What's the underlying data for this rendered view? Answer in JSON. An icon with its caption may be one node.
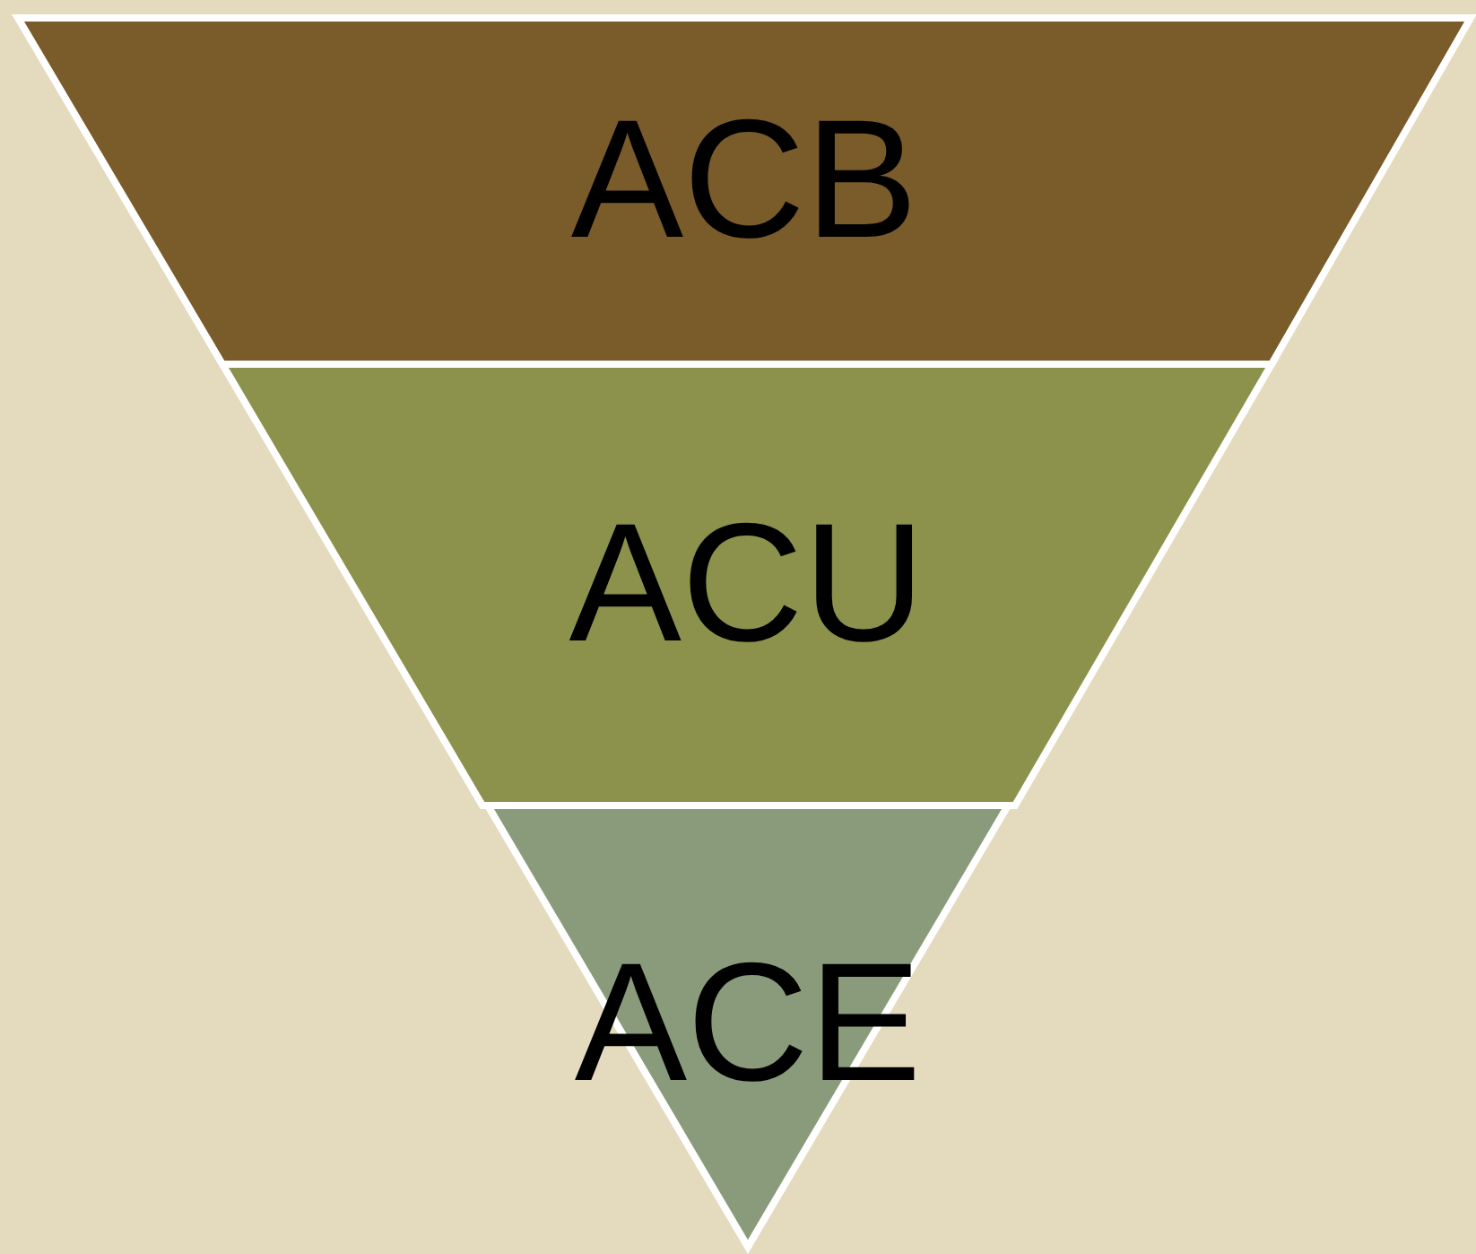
{
  "diagram": {
    "nodes": [
      {
        "text": [
          "ACB"
        ]
      },
      {
        "text": [
          "ACU"
        ]
      },
      {
        "text": [
          "ACE"
        ]
      }
    ]
  }
}
